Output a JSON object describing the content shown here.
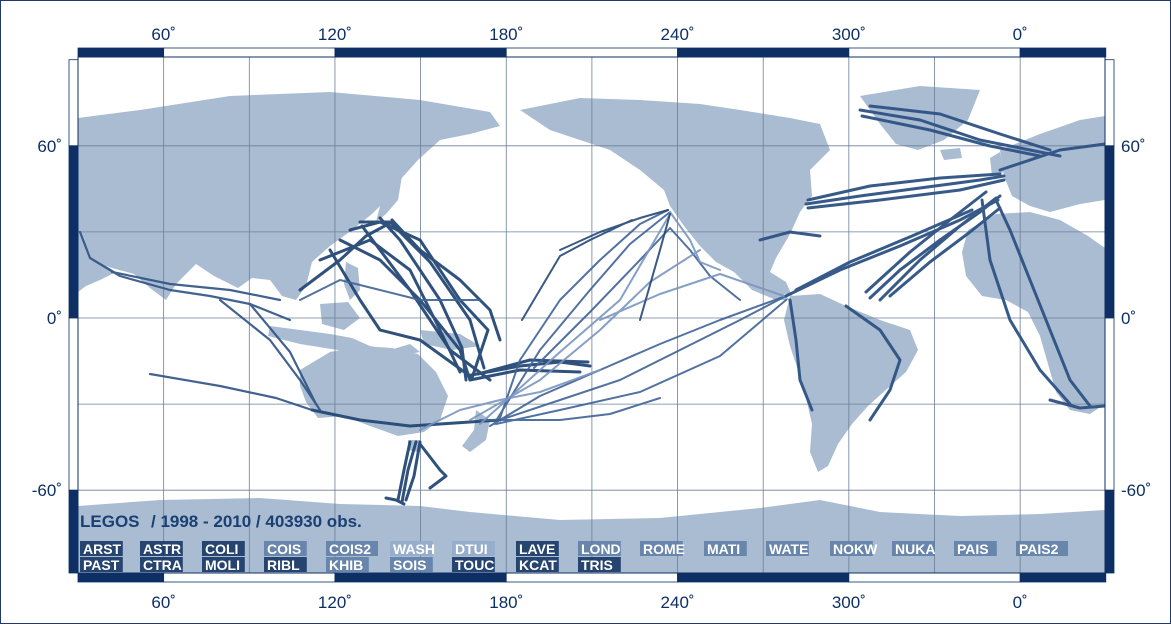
{
  "map": {
    "title": "LEGOS",
    "period": "/ 1998 - 2010 / 403930 obs.",
    "top_axis": [
      "60˚",
      "120˚",
      "180˚",
      "240˚",
      "300˚",
      "0˚"
    ],
    "bottom_axis": [
      "60˚",
      "120˚",
      "180˚",
      "240˚",
      "300˚",
      "0˚"
    ],
    "left_axis": [
      "60˚",
      "0˚",
      "-60˚"
    ],
    "right_axis": [
      "60˚",
      "0˚",
      "-60˚"
    ],
    "colors": {
      "land": "#a9bcd2",
      "ocean": "#ffffff",
      "grid": "#6d7f99",
      "dark_track": "#244876",
      "mid_track": "#3f6396",
      "light_track": "#7a95bf",
      "frame": "#0d2f63"
    },
    "legend_row1": [
      {
        "label": "ARST",
        "shade": "dark"
      },
      {
        "label": "ASTR",
        "shade": "dark"
      },
      {
        "label": "COLI",
        "shade": "dark"
      },
      {
        "label": "COIS",
        "shade": "light"
      },
      {
        "label": "COIS2",
        "shade": "light"
      },
      {
        "label": "WASH",
        "shade": "pale"
      },
      {
        "label": "DTUI",
        "shade": "pale"
      },
      {
        "label": "LAVE",
        "shade": "dark"
      },
      {
        "label": "LOND",
        "shade": "light"
      },
      {
        "label": "ROME",
        "shade": "light"
      },
      {
        "label": "MATI",
        "shade": "light"
      },
      {
        "label": "WATE",
        "shade": "light"
      },
      {
        "label": "NOKW",
        "shade": "light"
      },
      {
        "label": "NUKA",
        "shade": "light"
      },
      {
        "label": "PAIS",
        "shade": "light"
      },
      {
        "label": "PAIS2",
        "shade": "light"
      }
    ],
    "legend_row2": [
      {
        "label": "PAST",
        "shade": "dark"
      },
      {
        "label": "CTRA",
        "shade": "dark"
      },
      {
        "label": "MOLI",
        "shade": "dark"
      },
      {
        "label": "RIBL",
        "shade": "dark"
      },
      {
        "label": "KHIB",
        "shade": "light"
      },
      {
        "label": "SOIS",
        "shade": "light"
      },
      {
        "label": "TOUC",
        "shade": "dark"
      },
      {
        "label": "KCAT",
        "shade": "dark"
      },
      {
        "label": "TRIS",
        "shade": "dark"
      }
    ]
  }
}
